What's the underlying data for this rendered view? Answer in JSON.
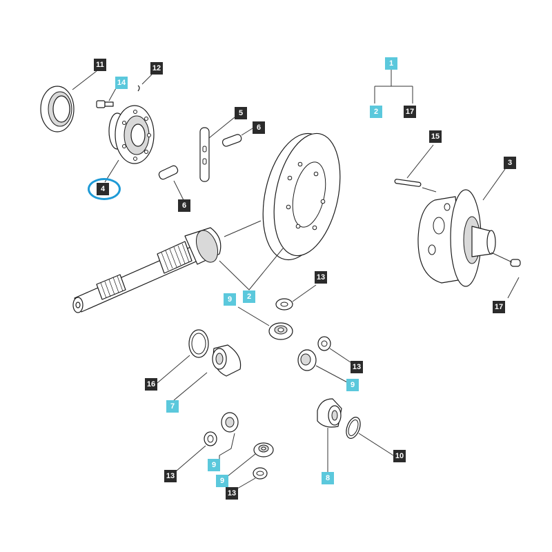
{
  "callouts": [
    {
      "label": "11",
      "color": "dark"
    },
    {
      "label": "12",
      "color": "dark"
    },
    {
      "label": "14",
      "color": "cyan"
    },
    {
      "label": "4",
      "color": "dark",
      "highlighted": true
    },
    {
      "label": "5",
      "color": "dark"
    },
    {
      "label": "6",
      "color": "dark"
    },
    {
      "label": "6",
      "color": "dark"
    },
    {
      "label": "1",
      "color": "cyan"
    },
    {
      "label": "2",
      "color": "cyan"
    },
    {
      "label": "17",
      "color": "dark"
    },
    {
      "label": "15",
      "color": "dark"
    },
    {
      "label": "3",
      "color": "dark"
    },
    {
      "label": "17",
      "color": "dark"
    },
    {
      "label": "9",
      "color": "cyan"
    },
    {
      "label": "2",
      "color": "cyan"
    },
    {
      "label": "13",
      "color": "dark"
    },
    {
      "label": "13",
      "color": "dark"
    },
    {
      "label": "9",
      "color": "cyan"
    },
    {
      "label": "16",
      "color": "dark"
    },
    {
      "label": "7",
      "color": "cyan"
    },
    {
      "label": "10",
      "color": "dark"
    },
    {
      "label": "13",
      "color": "dark"
    },
    {
      "label": "9",
      "color": "cyan"
    },
    {
      "label": "9",
      "color": "cyan"
    },
    {
      "label": "13",
      "color": "dark"
    },
    {
      "label": "8",
      "color": "cyan"
    }
  ],
  "colors": {
    "dark_tag": "#2b2b2b",
    "cyan_tag": "#5bc8dc",
    "highlight_ring": "#1e9ad6",
    "line": "#1a1a1a"
  }
}
